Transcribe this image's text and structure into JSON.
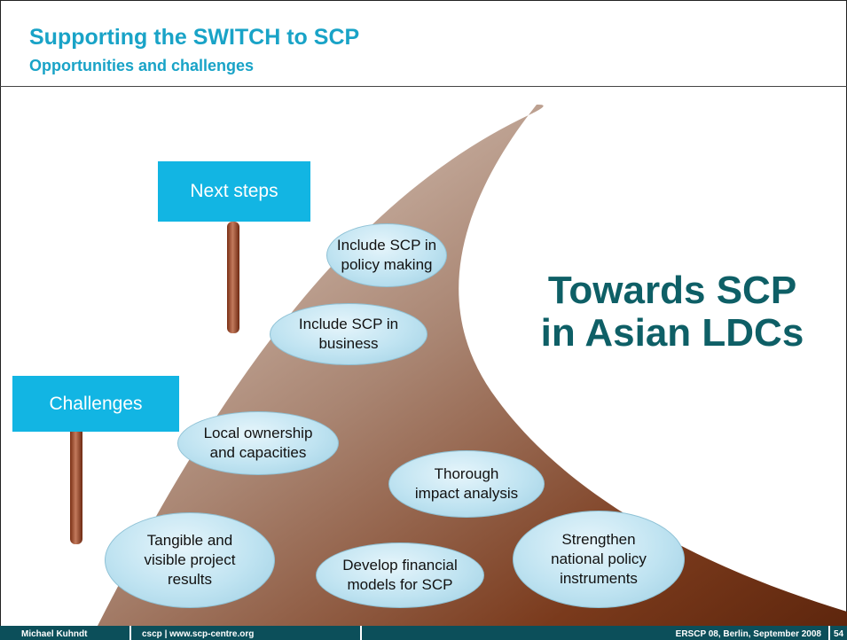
{
  "header": {
    "title": "Supporting the SWITCH to SCP",
    "subtitle": "Opportunities and challenges"
  },
  "signs": {
    "next_steps": "Next steps",
    "challenges": "Challenges"
  },
  "main_heading": "Towards SCP\nin Asian LDCs",
  "bubbles": [
    "Include SCP in\npolicy making",
    "Include SCP in\nbusiness",
    "Local ownership\nand capacities",
    "Thorough\nimpact analysis",
    "Tangible and\nvisible project\nresults",
    "Develop financial\nmodels for SCP",
    "Strengthen\nnational policy\ninstruments"
  ],
  "footer": {
    "author": "Michael Kuhndt",
    "org": "cscp | www.scp-centre.org",
    "event": "ERSCP 08, Berlin, September 2008",
    "page": "54"
  },
  "colors": {
    "accent": "#19a3c7",
    "sign": "#12b5e3",
    "heading": "#0e5f66",
    "footer": "#0c4f5a",
    "wave_light": "#d9c8bc",
    "wave_dark": "#6b2e12"
  }
}
